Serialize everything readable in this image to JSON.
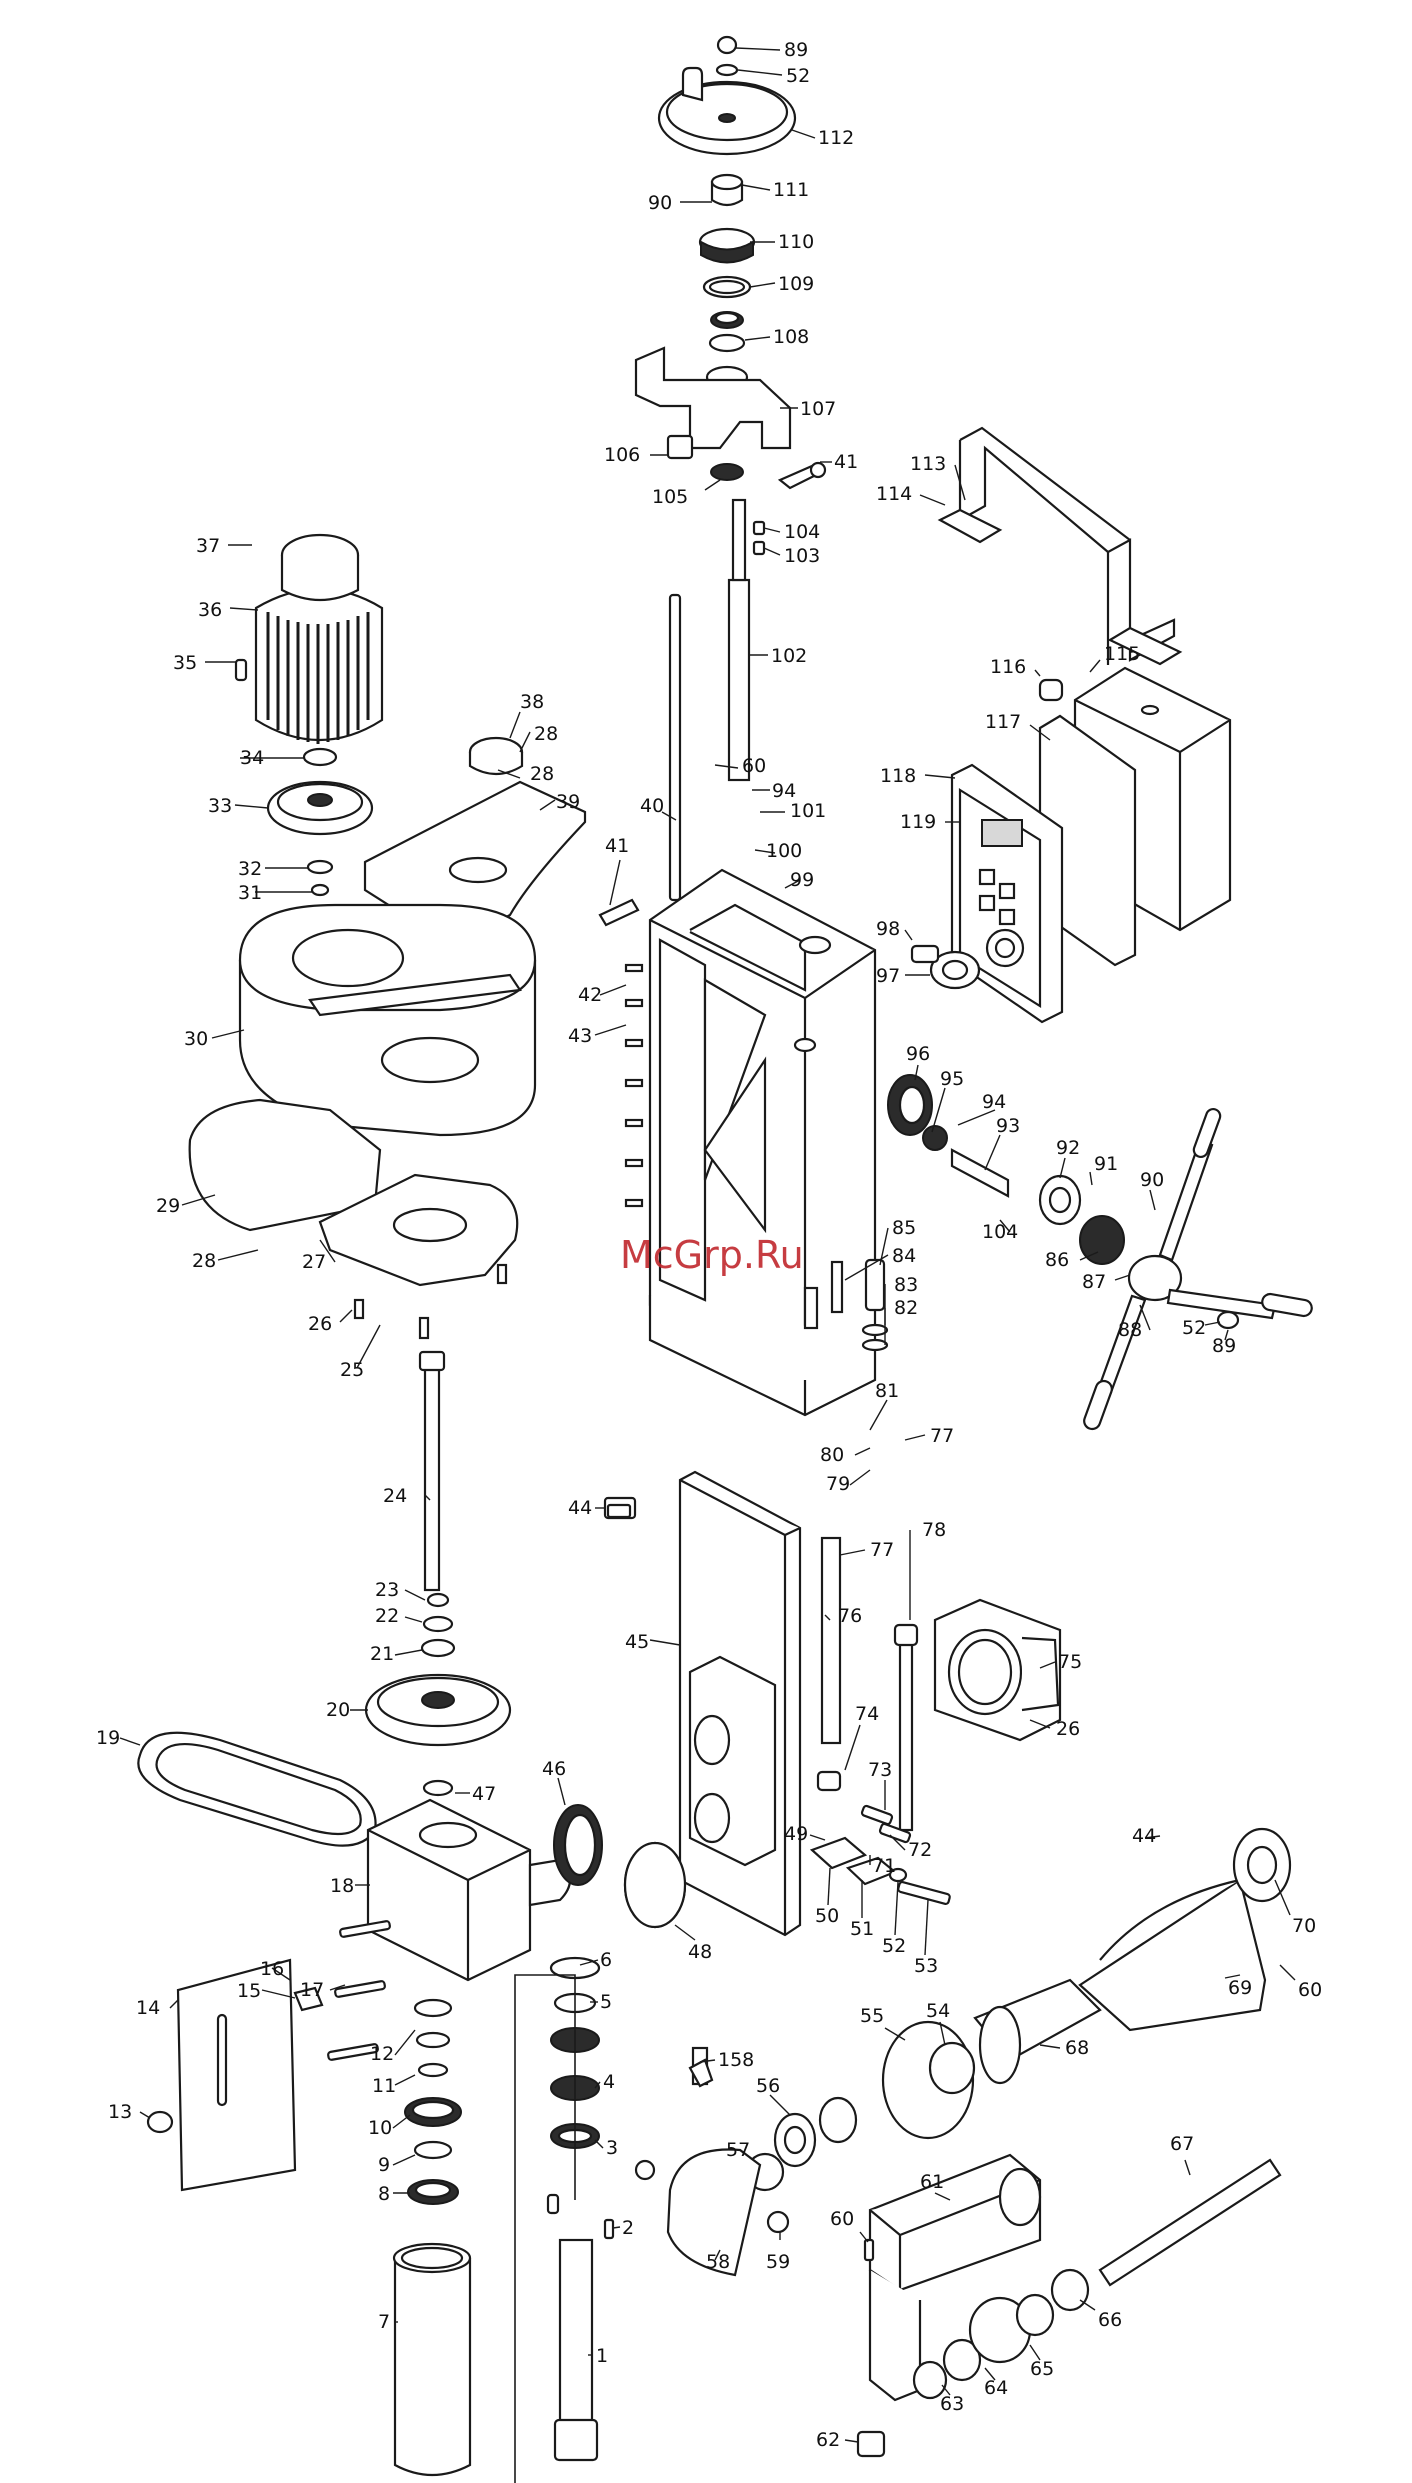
{
  "watermark": "McGrp.Ru",
  "colors": {
    "ink": "#1a1a1a",
    "watermark": "#c0282d",
    "background": "#ffffff"
  },
  "callouts": [
    {
      "id": "89-top",
      "text": "89"
    },
    {
      "id": "52-top",
      "text": "52"
    },
    {
      "id": "112",
      "text": "112"
    },
    {
      "id": "111",
      "text": "111"
    },
    {
      "id": "90-top",
      "text": "90"
    },
    {
      "id": "110",
      "text": "110"
    },
    {
      "id": "109",
      "text": "109"
    },
    {
      "id": "108",
      "text": "108"
    },
    {
      "id": "107",
      "text": "107"
    },
    {
      "id": "106",
      "text": "106"
    },
    {
      "id": "105",
      "text": "105"
    },
    {
      "id": "41-top",
      "text": "41"
    },
    {
      "id": "104-top",
      "text": "104"
    },
    {
      "id": "103",
      "text": "103"
    },
    {
      "id": "102",
      "text": "102"
    },
    {
      "id": "113",
      "text": "113"
    },
    {
      "id": "114",
      "text": "114"
    },
    {
      "id": "115",
      "text": "115"
    },
    {
      "id": "116",
      "text": "116"
    },
    {
      "id": "117",
      "text": "117"
    },
    {
      "id": "118",
      "text": "118"
    },
    {
      "id": "119",
      "text": "119"
    },
    {
      "id": "98",
      "text": "98"
    },
    {
      "id": "97",
      "text": "97"
    },
    {
      "id": "37",
      "text": "37"
    },
    {
      "id": "36",
      "text": "36"
    },
    {
      "id": "35",
      "text": "35"
    },
    {
      "id": "34",
      "text": "34"
    },
    {
      "id": "33",
      "text": "33"
    },
    {
      "id": "32",
      "text": "32"
    },
    {
      "id": "31",
      "text": "31"
    },
    {
      "id": "38",
      "text": "38"
    },
    {
      "id": "28-a",
      "text": "28"
    },
    {
      "id": "28-b",
      "text": "28"
    },
    {
      "id": "39",
      "text": "39"
    },
    {
      "id": "60-top",
      "text": "60"
    },
    {
      "id": "94-top",
      "text": "94"
    },
    {
      "id": "101",
      "text": "101"
    },
    {
      "id": "100",
      "text": "100"
    },
    {
      "id": "99",
      "text": "99"
    },
    {
      "id": "40",
      "text": "40"
    },
    {
      "id": "41-mid",
      "text": "41"
    },
    {
      "id": "42",
      "text": "42"
    },
    {
      "id": "43",
      "text": "43"
    },
    {
      "id": "30",
      "text": "30"
    },
    {
      "id": "96",
      "text": "96"
    },
    {
      "id": "95",
      "text": "95"
    },
    {
      "id": "94-mid",
      "text": "94"
    },
    {
      "id": "93",
      "text": "93"
    },
    {
      "id": "92",
      "text": "92"
    },
    {
      "id": "91",
      "text": "91"
    },
    {
      "id": "90-mid",
      "text": "90"
    },
    {
      "id": "104-mid",
      "text": "104"
    },
    {
      "id": "86",
      "text": "86"
    },
    {
      "id": "87",
      "text": "87"
    },
    {
      "id": "88",
      "text": "88"
    },
    {
      "id": "52-mid",
      "text": "52"
    },
    {
      "id": "89-mid",
      "text": "89"
    },
    {
      "id": "29",
      "text": "29"
    },
    {
      "id": "28-c",
      "text": "28"
    },
    {
      "id": "27",
      "text": "27"
    },
    {
      "id": "26-a",
      "text": "26"
    },
    {
      "id": "25",
      "text": "25"
    },
    {
      "id": "85",
      "text": "85"
    },
    {
      "id": "84",
      "text": "84"
    },
    {
      "id": "83",
      "text": "83"
    },
    {
      "id": "82",
      "text": "82"
    },
    {
      "id": "81",
      "text": "81"
    },
    {
      "id": "80",
      "text": "80"
    },
    {
      "id": "79",
      "text": "79"
    },
    {
      "id": "77-a",
      "text": "77"
    },
    {
      "id": "78",
      "text": "78"
    },
    {
      "id": "77-b",
      "text": "77"
    },
    {
      "id": "76",
      "text": "76"
    },
    {
      "id": "24",
      "text": "24"
    },
    {
      "id": "44-a",
      "text": "44"
    },
    {
      "id": "45",
      "text": "45"
    },
    {
      "id": "75",
      "text": "75"
    },
    {
      "id": "26-b",
      "text": "26"
    },
    {
      "id": "23",
      "text": "23"
    },
    {
      "id": "22",
      "text": "22"
    },
    {
      "id": "21",
      "text": "21"
    },
    {
      "id": "20",
      "text": "20"
    },
    {
      "id": "19",
      "text": "19"
    },
    {
      "id": "47",
      "text": "47"
    },
    {
      "id": "46",
      "text": "46"
    },
    {
      "id": "74",
      "text": "74"
    },
    {
      "id": "73",
      "text": "73"
    },
    {
      "id": "72",
      "text": "72"
    },
    {
      "id": "71",
      "text": "71"
    },
    {
      "id": "49",
      "text": "49"
    },
    {
      "id": "50",
      "text": "50"
    },
    {
      "id": "51",
      "text": "51"
    },
    {
      "id": "52-low",
      "text": "52"
    },
    {
      "id": "53",
      "text": "53"
    },
    {
      "id": "48",
      "text": "48"
    },
    {
      "id": "18",
      "text": "18"
    },
    {
      "id": "44-b",
      "text": "44"
    },
    {
      "id": "70",
      "text": "70"
    },
    {
      "id": "60-mid",
      "text": "60"
    },
    {
      "id": "69",
      "text": "69"
    },
    {
      "id": "17",
      "text": "17"
    },
    {
      "id": "16",
      "text": "16"
    },
    {
      "id": "15",
      "text": "15"
    },
    {
      "id": "14",
      "text": "14"
    },
    {
      "id": "6",
      "text": "6"
    },
    {
      "id": "5",
      "text": "5"
    },
    {
      "id": "12",
      "text": "12"
    },
    {
      "id": "11",
      "text": "11"
    },
    {
      "id": "4",
      "text": "4"
    },
    {
      "id": "10",
      "text": "10"
    },
    {
      "id": "3",
      "text": "3"
    },
    {
      "id": "9",
      "text": "9"
    },
    {
      "id": "8",
      "text": "8"
    },
    {
      "id": "2",
      "text": "2"
    },
    {
      "id": "7",
      "text": "7"
    },
    {
      "id": "1",
      "text": "1"
    },
    {
      "id": "13",
      "text": "13"
    },
    {
      "id": "158",
      "text": "158"
    },
    {
      "id": "55",
      "text": "55"
    },
    {
      "id": "54",
      "text": "54"
    },
    {
      "id": "68",
      "text": "68"
    },
    {
      "id": "56",
      "text": "56"
    },
    {
      "id": "57",
      "text": "57"
    },
    {
      "id": "58",
      "text": "58"
    },
    {
      "id": "59",
      "text": "59"
    },
    {
      "id": "60-low",
      "text": "60"
    },
    {
      "id": "61",
      "text": "61"
    },
    {
      "id": "67",
      "text": "67"
    },
    {
      "id": "66",
      "text": "66"
    },
    {
      "id": "65",
      "text": "65"
    },
    {
      "id": "64",
      "text": "64"
    },
    {
      "id": "63",
      "text": "63"
    },
    {
      "id": "62",
      "text": "62"
    }
  ]
}
